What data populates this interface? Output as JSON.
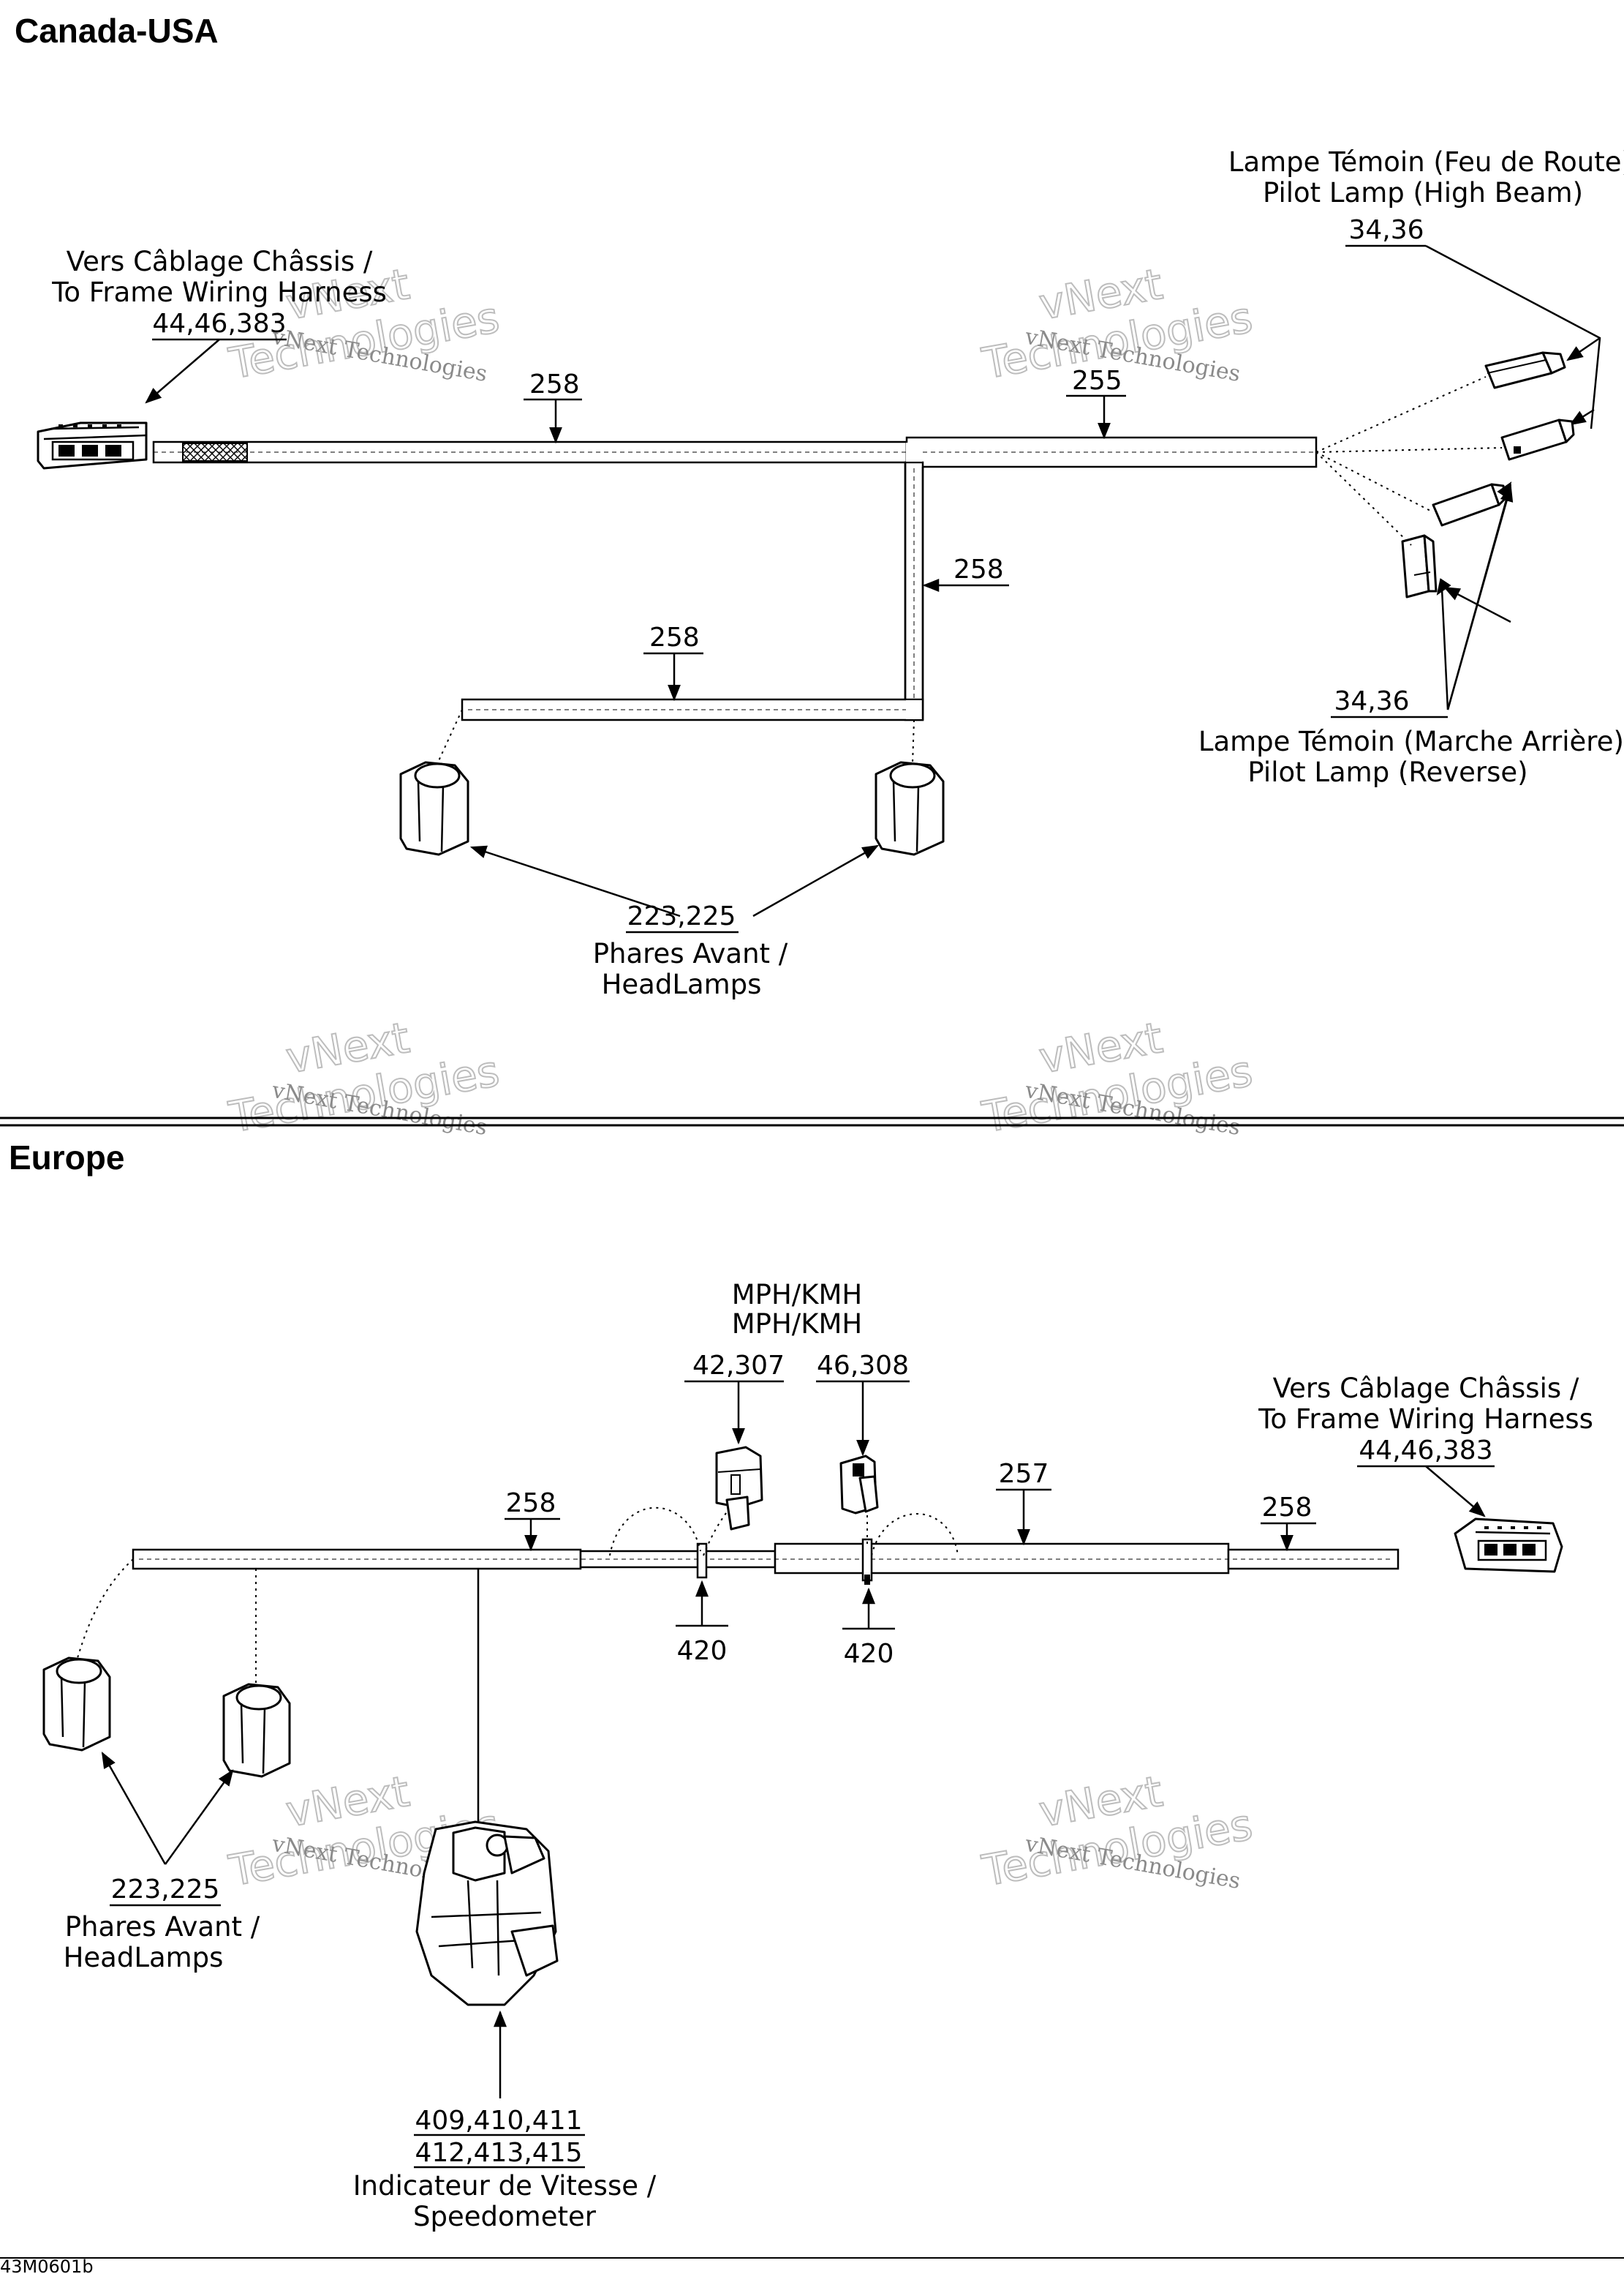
{
  "sections": {
    "top": "Canada-USA",
    "bottom": "Europe"
  },
  "canada": {
    "frame_harness": {
      "line1": "Vers Câblage Châssis /",
      "line2": "To Frame Wiring Harness",
      "parts": "44,46,383"
    },
    "high_beam": {
      "line1": "Lampe Témoin (Feu de Route) /",
      "line2": "Pilot Lamp (High Beam)",
      "parts": "34,36"
    },
    "reverse": {
      "parts": "34,36",
      "line1": "Lampe Témoin (Marche Arrière) /",
      "line2": "Pilot Lamp (Reverse)"
    },
    "headlamps": {
      "parts": "223,225",
      "line1": "Phares Avant /",
      "line2": "HeadLamps"
    },
    "wire_main": "258",
    "wire_right": "255",
    "wire_vertical": "258",
    "wire_branch": "258"
  },
  "europe": {
    "mph": {
      "line1": "MPH/KMH",
      "line2": "MPH/KMH",
      "parts_left": "42,307",
      "parts_right": "46,308"
    },
    "frame_harness": {
      "line1": "Vers Câblage Châssis /",
      "line2": "To Frame Wiring Harness",
      "parts": "44,46,383"
    },
    "wire_left": "258",
    "wire_middle": "257",
    "wire_right": "258",
    "splice_left": "420",
    "splice_right": "420",
    "headlamps": {
      "parts": "223,225",
      "line1": "Phares Avant /",
      "line2": "HeadLamps"
    },
    "speedometer": {
      "parts1": "409,410,411",
      "parts2": "412,413,415",
      "line1": "Indicateur de Vitesse /",
      "line2": "Speedometer"
    }
  },
  "watermark": {
    "line1": "vNext Technologies",
    "line2": "vNext",
    "line3": "Technologies"
  },
  "footer_code": "43M0601b"
}
